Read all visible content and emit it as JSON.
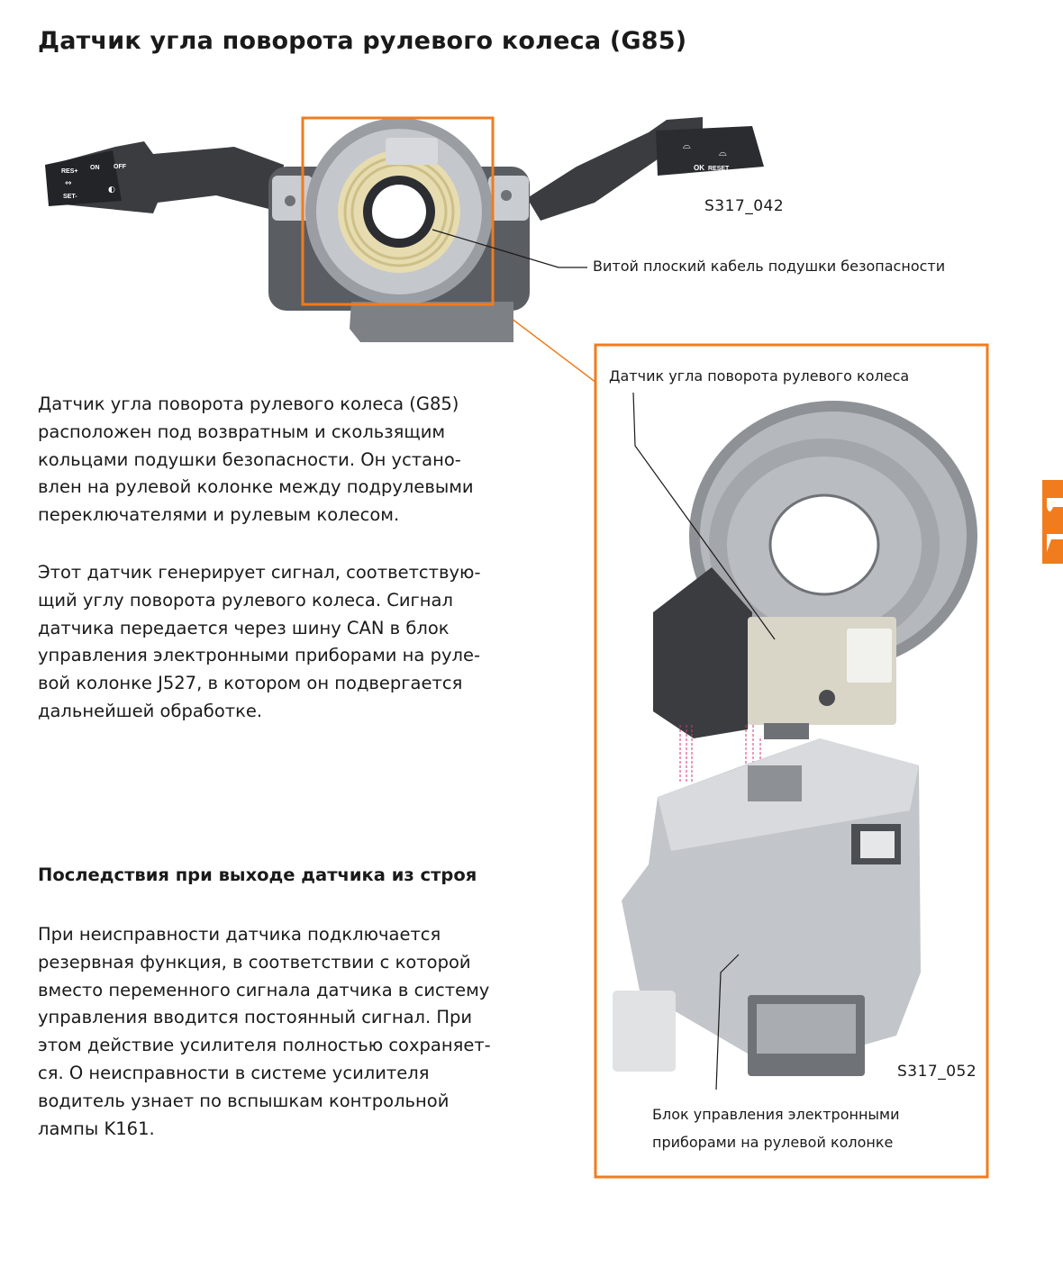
{
  "title": "Датчик угла поворота рулевого колеса (G85)",
  "intro": {
    "lines": [
      "Датчик угла поворота рулевого колеса (G85)",
      "расположен под возвратным и скользящим",
      "кольцами подушки безопасности. Он устано-",
      "влен на рулевой колонке между подрулевыми",
      "переключателями и рулевым колесом."
    ]
  },
  "signal": {
    "lines": [
      "Этот датчик генерирует сигнал, соответствую-",
      "щий углу поворота рулевого колеса. Сигнал",
      "датчика передается через шину CAN в блок",
      "управления электронными приборами на руле-",
      "вой колонке J527, в котором он подвергается",
      "дальнейшей обработке."
    ]
  },
  "failure": {
    "heading": "Последствия при выходе датчика из строя",
    "lines": [
      "При неисправности датчика подключается",
      "резервная функция, в соответствии с которой",
      "вместо переменного сигнала датчика в систему",
      "управления вводится постоянный сигнал. При",
      "этом действие усилителя полностью сохраняет-",
      "ся. О неисправности в системе усилителя",
      "водитель узнает по вспышкам контрольной",
      "лампы K161."
    ]
  },
  "figure_top": {
    "code": "S317_042",
    "callout": "Витой плоский кабель подушки безопасности",
    "left_stalk_text": [
      "RES+",
      "ON",
      "OFF",
      "SET-"
    ],
    "right_stalk_text": [
      "OK",
      "RESET"
    ]
  },
  "figure_detail": {
    "code": "S317_052",
    "label_sensor": "Датчик угла поворота рулевого колеса",
    "label_module_lines": [
      "Блок управления электронными",
      "приборами на рулевой колонке"
    ]
  },
  "colors": {
    "accent": "#f07c1e",
    "text": "#1a1a1a",
    "part_gray": "#9a9ea3",
    "dark_part": "#3a3c40",
    "coil": "#e6dcb0",
    "connector_lines": "#d8337a"
  }
}
